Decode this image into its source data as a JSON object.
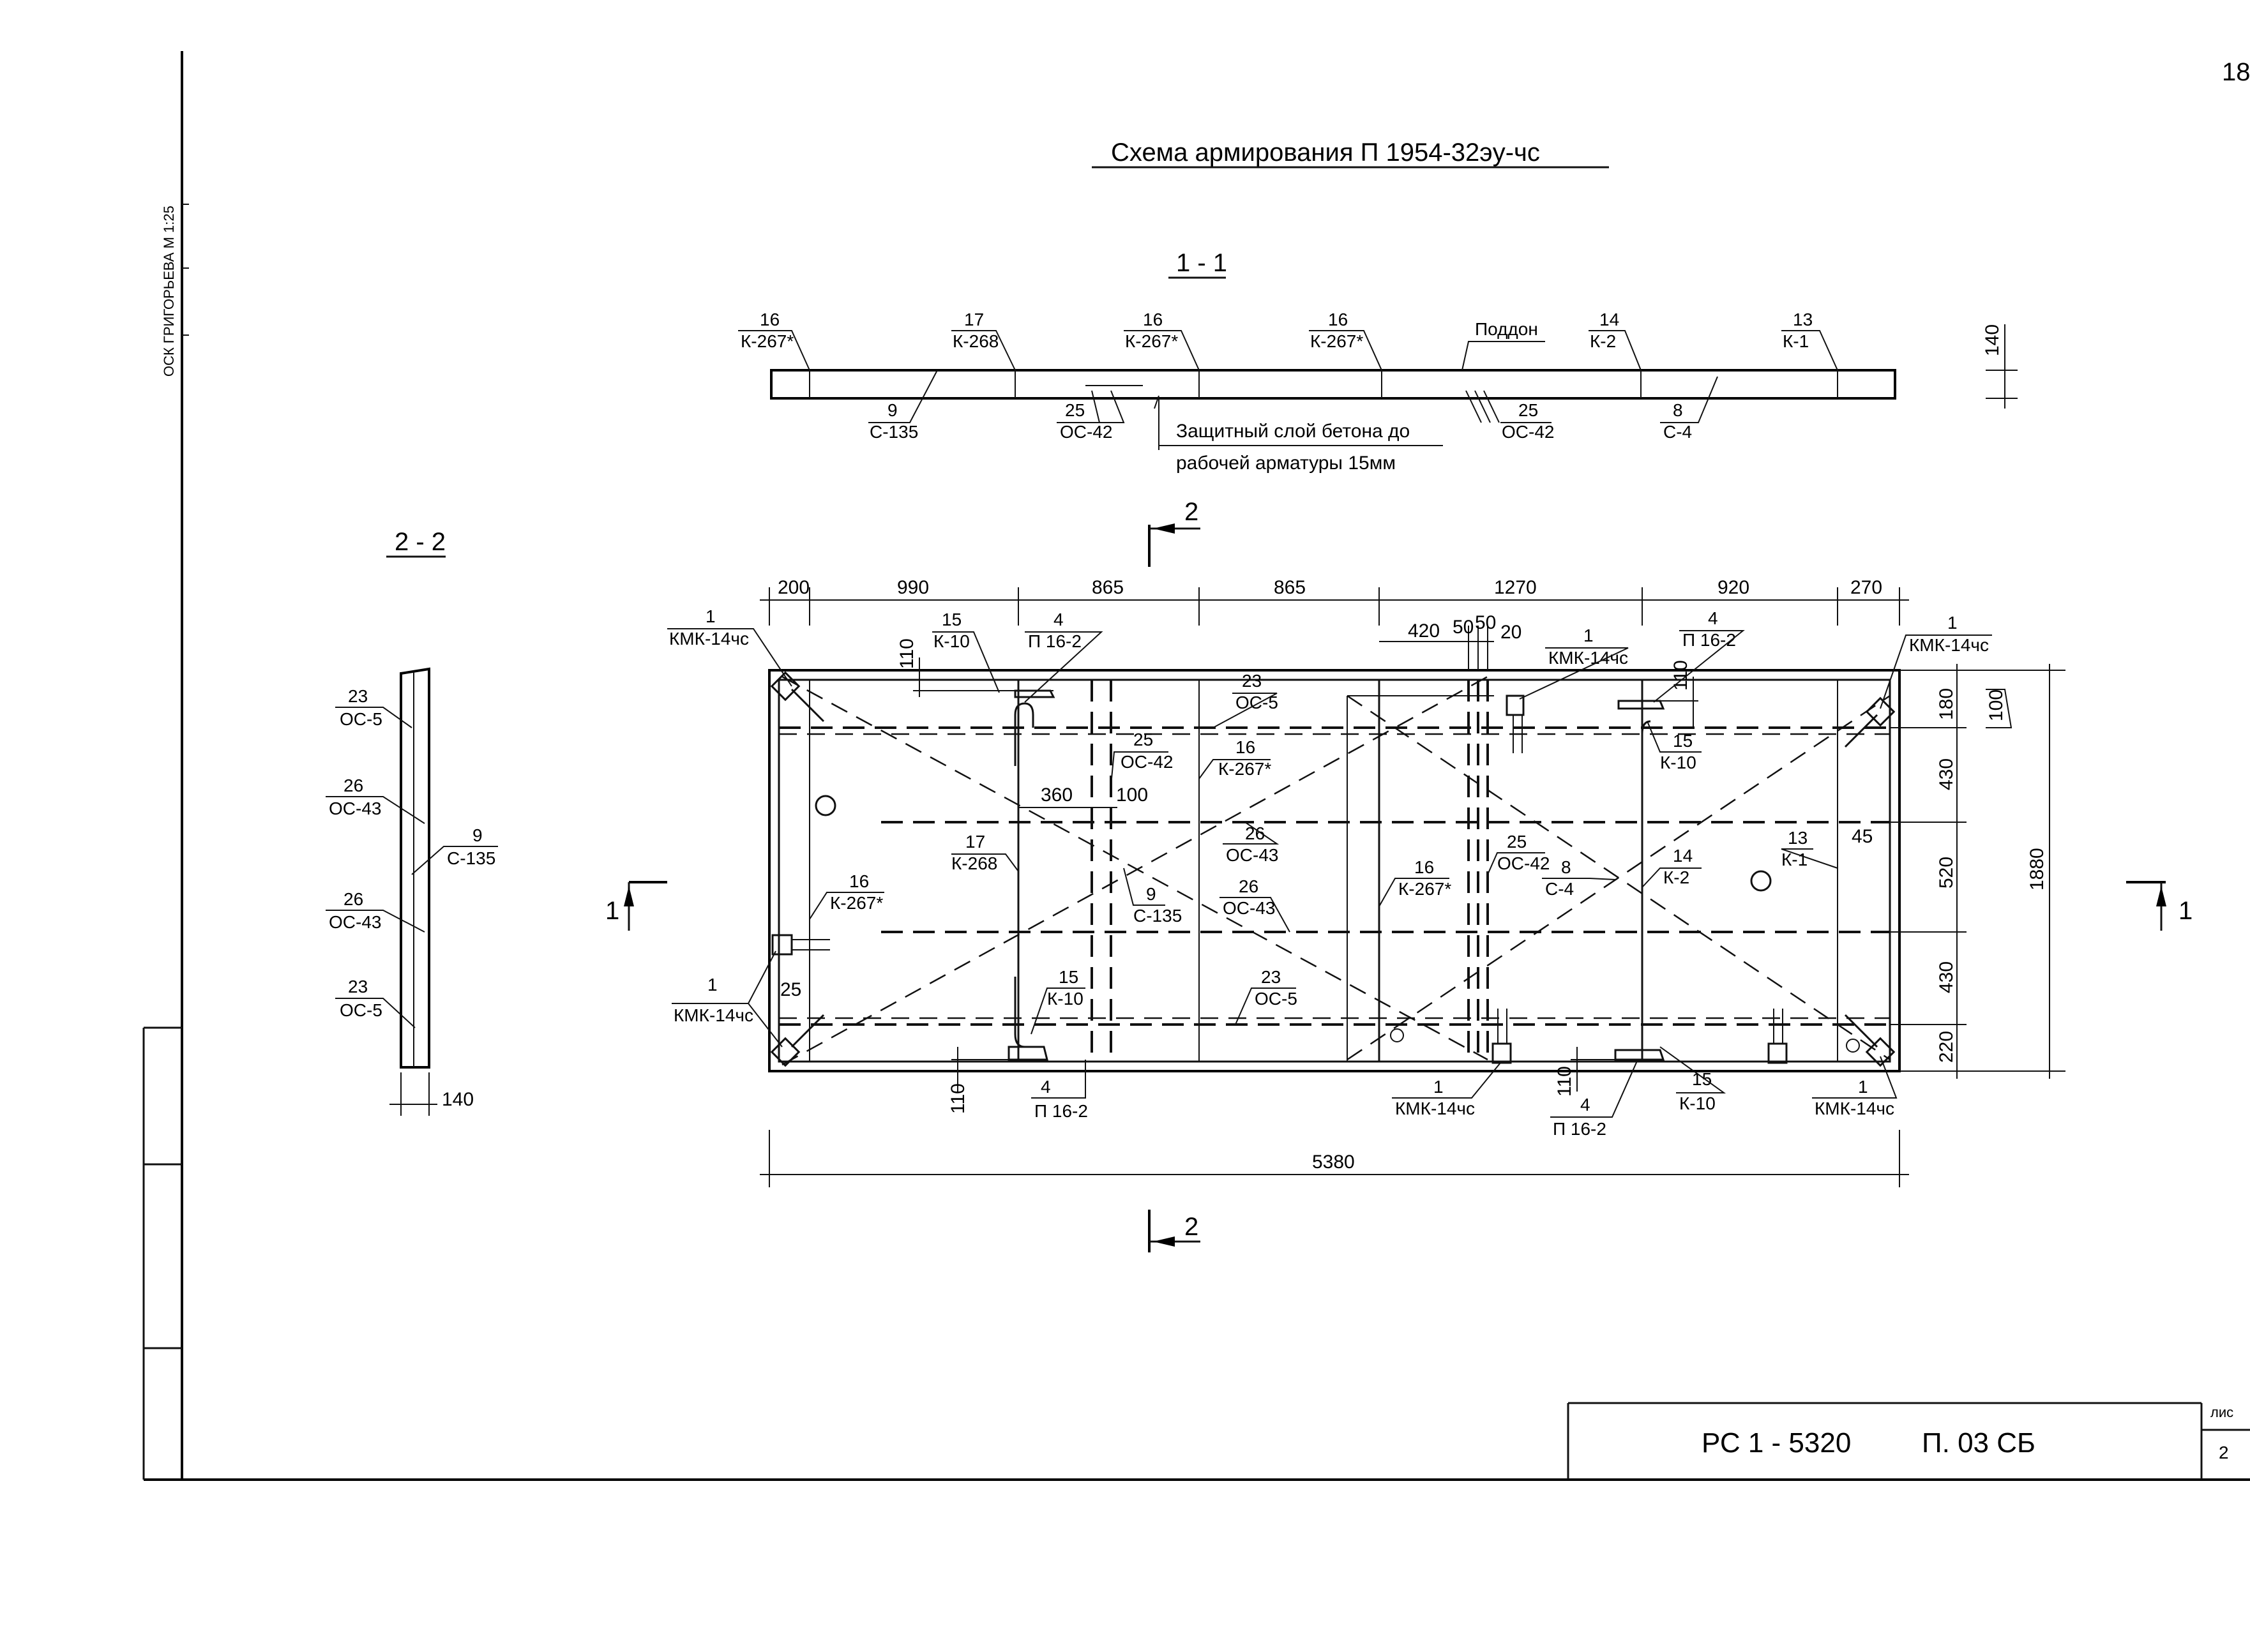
{
  "title": "Схема армирования  П 1954-32эу-чс",
  "page_number": "18",
  "side_stamp": "ОСК  ГРИГОРЬЕВА   М 1:25",
  "sections": {
    "s11": "1 - 1",
    "s22": "2 - 2",
    "cut2_top": "2",
    "cut2_bottom": "2",
    "cut1_left": "1",
    "cut1_right": "1"
  },
  "section11_labels": {
    "l16a_num": "16",
    "l16a_code": "К-267*",
    "l17_num": "17",
    "l17_code": "К-268",
    "l16b_num": "16",
    "l16b_code": "К-267*",
    "l16c_num": "16",
    "l16c_code": "К-267*",
    "poddon": "Поддон",
    "l14_num": "14",
    "l14_code": "К-2",
    "l13_num": "13",
    "l13_code": "К-1",
    "dim140": "140",
    "l9_num": "9",
    "l9_code": "С-135",
    "l25a_num": "25",
    "l25a_code": "ОС-42",
    "l25b_num": "25",
    "l25b_code": "ОС-42",
    "l8_num": "8",
    "l8_code": "С-4",
    "note1": "Защитный слой  бетона до",
    "note2": "рабочей арматуры  15мм"
  },
  "section22_labels": {
    "a_num": "23",
    "a_code": "ОС-5",
    "b_num": "26",
    "b_code": "ОС-43",
    "c_num": "9",
    "c_code": "С-135",
    "d_num": "26",
    "d_code": "ОС-43",
    "e_num": "23",
    "e_code": "ОС-5",
    "dim140": "140"
  },
  "plan_top_dims": [
    "200",
    "990",
    "865",
    "865",
    "1270",
    "920",
    "270"
  ],
  "plan_dims": {
    "d420": "420",
    "d50a": "50",
    "d50b": "50",
    "d20": "20",
    "d110a": "110",
    "d110b": "110",
    "d110c": "110",
    "d110d": "110",
    "d360": "360",
    "d100a": "100",
    "d25": "25",
    "d45": "45",
    "d5380": "5380",
    "d1880": "1880",
    "d100b": "100"
  },
  "plan_right_dims": [
    "180",
    "430",
    "520",
    "430",
    "220"
  ],
  "plan_labels": {
    "kmk_tl_num": "1",
    "kmk_tl_code": "КМК-14чс",
    "k10_t_num": "15",
    "k10_t_code": "К-10",
    "p162_t_num": "4",
    "p162_t_code": "П 16-2",
    "os5_t_num": "23",
    "os5_t_code": "ОС-5",
    "os42_num": "25",
    "os42_code": "ОС-42",
    "k267_c_num": "16",
    "k267_c_code": "К-267*",
    "k268_num": "17",
    "k268_code": "К-268",
    "c135_num": "9",
    "c135_code": "С-135",
    "os43a_num": "26",
    "os43a_code": "ОС-43",
    "os43b_num": "26",
    "os43b_code": "ОС-43",
    "k267_l_num": "16",
    "k267_l_code": "К-267*",
    "k267_r_num": "16",
    "k267_r_code": "К-267*",
    "os42r_num": "25",
    "os42r_code": "ОС-42",
    "c4_num": "8",
    "c4_code": "С-4",
    "k2_num": "14",
    "k2_code": "К-2",
    "k1_num": "13",
    "k1_code": "К-1",
    "kmk_tm_num": "1",
    "kmk_tm_code": "КМК-14чс",
    "p162_tr_num": "4",
    "p162_tr_code": "П 16-2",
    "k10_tr_num": "15",
    "k10_tr_code": "К-10",
    "kmk_tr_num": "1",
    "kmk_tr_code": "КМК-14чс",
    "k10_bl_num": "15",
    "k10_bl_code": "К-10",
    "os5_b_num": "23",
    "os5_b_code": "ОС-5",
    "kmk_bl_num": "1",
    "kmk_bl_code": "КМК-14чс",
    "p162_bl_num": "4",
    "p162_bl_code": "П 16-2",
    "kmk_bm_num": "1",
    "kmk_bm_code": "КМК-14чс",
    "p162_br_num": "4",
    "p162_br_code": "П 16-2",
    "k10_br_num": "15",
    "k10_br_code": "К-10",
    "kmk_br_num": "1",
    "kmk_br_code": "КМК-14чс"
  },
  "title_block": {
    "code": "РС 1 - 5320",
    "sheet_code": "П.  03 СБ",
    "sheet_label": "лис",
    "sheet_no": "2"
  }
}
